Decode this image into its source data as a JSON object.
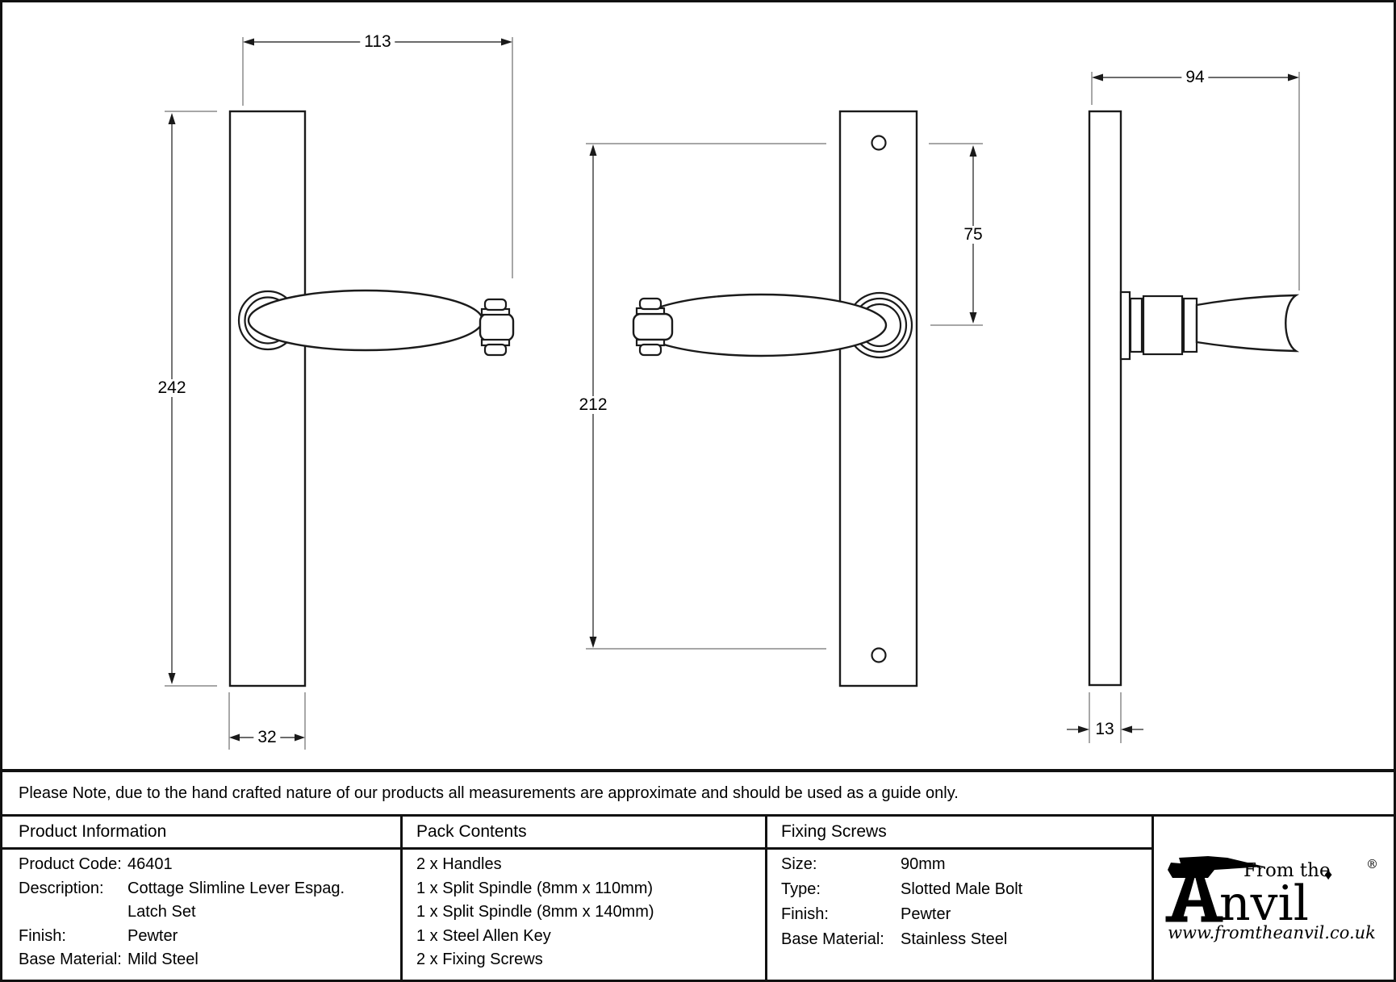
{
  "sheet": {
    "note": "Please Note, due to the hand crafted nature of our products all measurements are approximate and should be used as a guide only."
  },
  "dimensions": {
    "front_left": {
      "width": "113",
      "height": "242",
      "plate_width": "32"
    },
    "front_right": {
      "screw_spacing": "212",
      "screw_to_handle": "75"
    },
    "side": {
      "projection": "94",
      "plate_thickness": "13"
    }
  },
  "product_information": {
    "header": "Product Information",
    "rows": [
      {
        "label": "Product Code:",
        "value": "46401"
      },
      {
        "label": "Description:",
        "value": "Cottage Slimline Lever Espag."
      },
      {
        "label": "",
        "value": "Latch Set"
      },
      {
        "label": "Finish:",
        "value": "Pewter"
      },
      {
        "label": "Base Material:",
        "value": "Mild Steel"
      }
    ]
  },
  "pack_contents": {
    "header": "Pack Contents",
    "items": [
      "2 x Handles",
      "1 x Split Spindle (8mm x 110mm)",
      "1 x Split Spindle (8mm x 140mm)",
      "1 x Steel Allen Key",
      "2 x Fixing Screws"
    ]
  },
  "fixing_screws": {
    "header": "Fixing Screws",
    "rows": [
      {
        "label": "Size:",
        "value": "90mm"
      },
      {
        "label": "Type:",
        "value": "Slotted Male Bolt"
      },
      {
        "label": "Finish:",
        "value": "Pewter"
      },
      {
        "label": "Base Material:",
        "value": "Stainless Steel"
      }
    ]
  },
  "logo": {
    "name": "Anvil",
    "prefix": "From the",
    "diamond": "♦",
    "name_remainder": "nvil",
    "registered": "®",
    "url": "www.fromtheanvil.co.uk"
  },
  "colors": {
    "line": "#1a1a1a",
    "extension_line": "#8a8a8a",
    "background": "#ffffff",
    "text": "#000000"
  }
}
